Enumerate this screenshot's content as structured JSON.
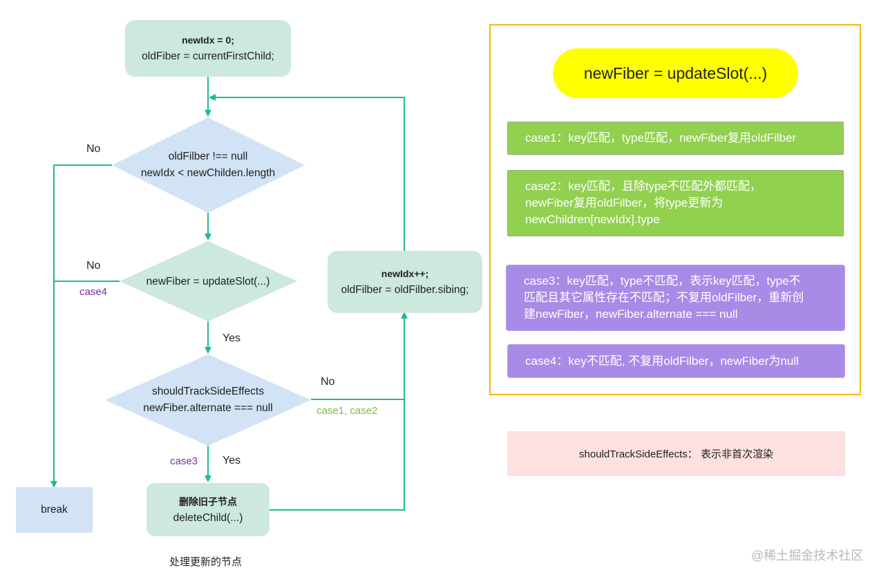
{
  "flowchart": {
    "start": {
      "line1": "newIdx = 0;",
      "line2": "oldFiber = currentFirstChild;"
    },
    "decision1": {
      "line1": "oldFilber !== null",
      "line2": "newIdx < newChilden.length"
    },
    "decision2": {
      "line1": "newFiber = updateSlot(...)"
    },
    "decision3": {
      "line1": "shouldTrackSideEffects",
      "line2": "newFiber.alternate === null"
    },
    "increment": {
      "line1": "newIdx++;",
      "line2": "oldFilber = oldFilber.sibing;"
    },
    "delete": {
      "line1": "删除旧子节点",
      "line2": "deleteChild(...)"
    },
    "break": {
      "label": "break"
    },
    "labels": {
      "no1": "No",
      "no2": "No",
      "case4": "case4",
      "yes1": "Yes",
      "no3": "No",
      "case12": "case1, case2",
      "case3": "case3",
      "yes2": "Yes"
    },
    "caption": "处理更新的节点"
  },
  "legend": {
    "title": "newFiber = updateSlot(...)",
    "case1": {
      "line1": "case1：key匹配，type匹配，newFiber复用oldFilber"
    },
    "case2": {
      "line1": "case2：key匹配，且除type不匹配外都匹配，",
      "line2": "newFiber复用oldFilber，将type更新为",
      "line3": "newChildren[newIdx].type"
    },
    "case3": {
      "line1": "case3：key匹配，type不匹配，表示key匹配，type不",
      "line2": "匹配且其它属性存在不匹配；不复用oldFilber，重新创",
      "line3": "建newFiber，newFiber.alternate === null"
    },
    "case4": {
      "line1": "case4：key不匹配, 不复用oldFilber，newFiber为null"
    },
    "note": "shouldTrackSideEffects：  表示非首次渲染"
  },
  "watermark": "@稀土掘金技术社区",
  "colors": {
    "connector": "#1fb996",
    "node_green": "#cde8dd",
    "node_blue": "#d1e3f4",
    "case_green": "#92d050",
    "case_purple": "#a98ae6",
    "panel_border": "#f2b90d",
    "pill": "#ffff00",
    "note_bg": "#fde0e0"
  }
}
